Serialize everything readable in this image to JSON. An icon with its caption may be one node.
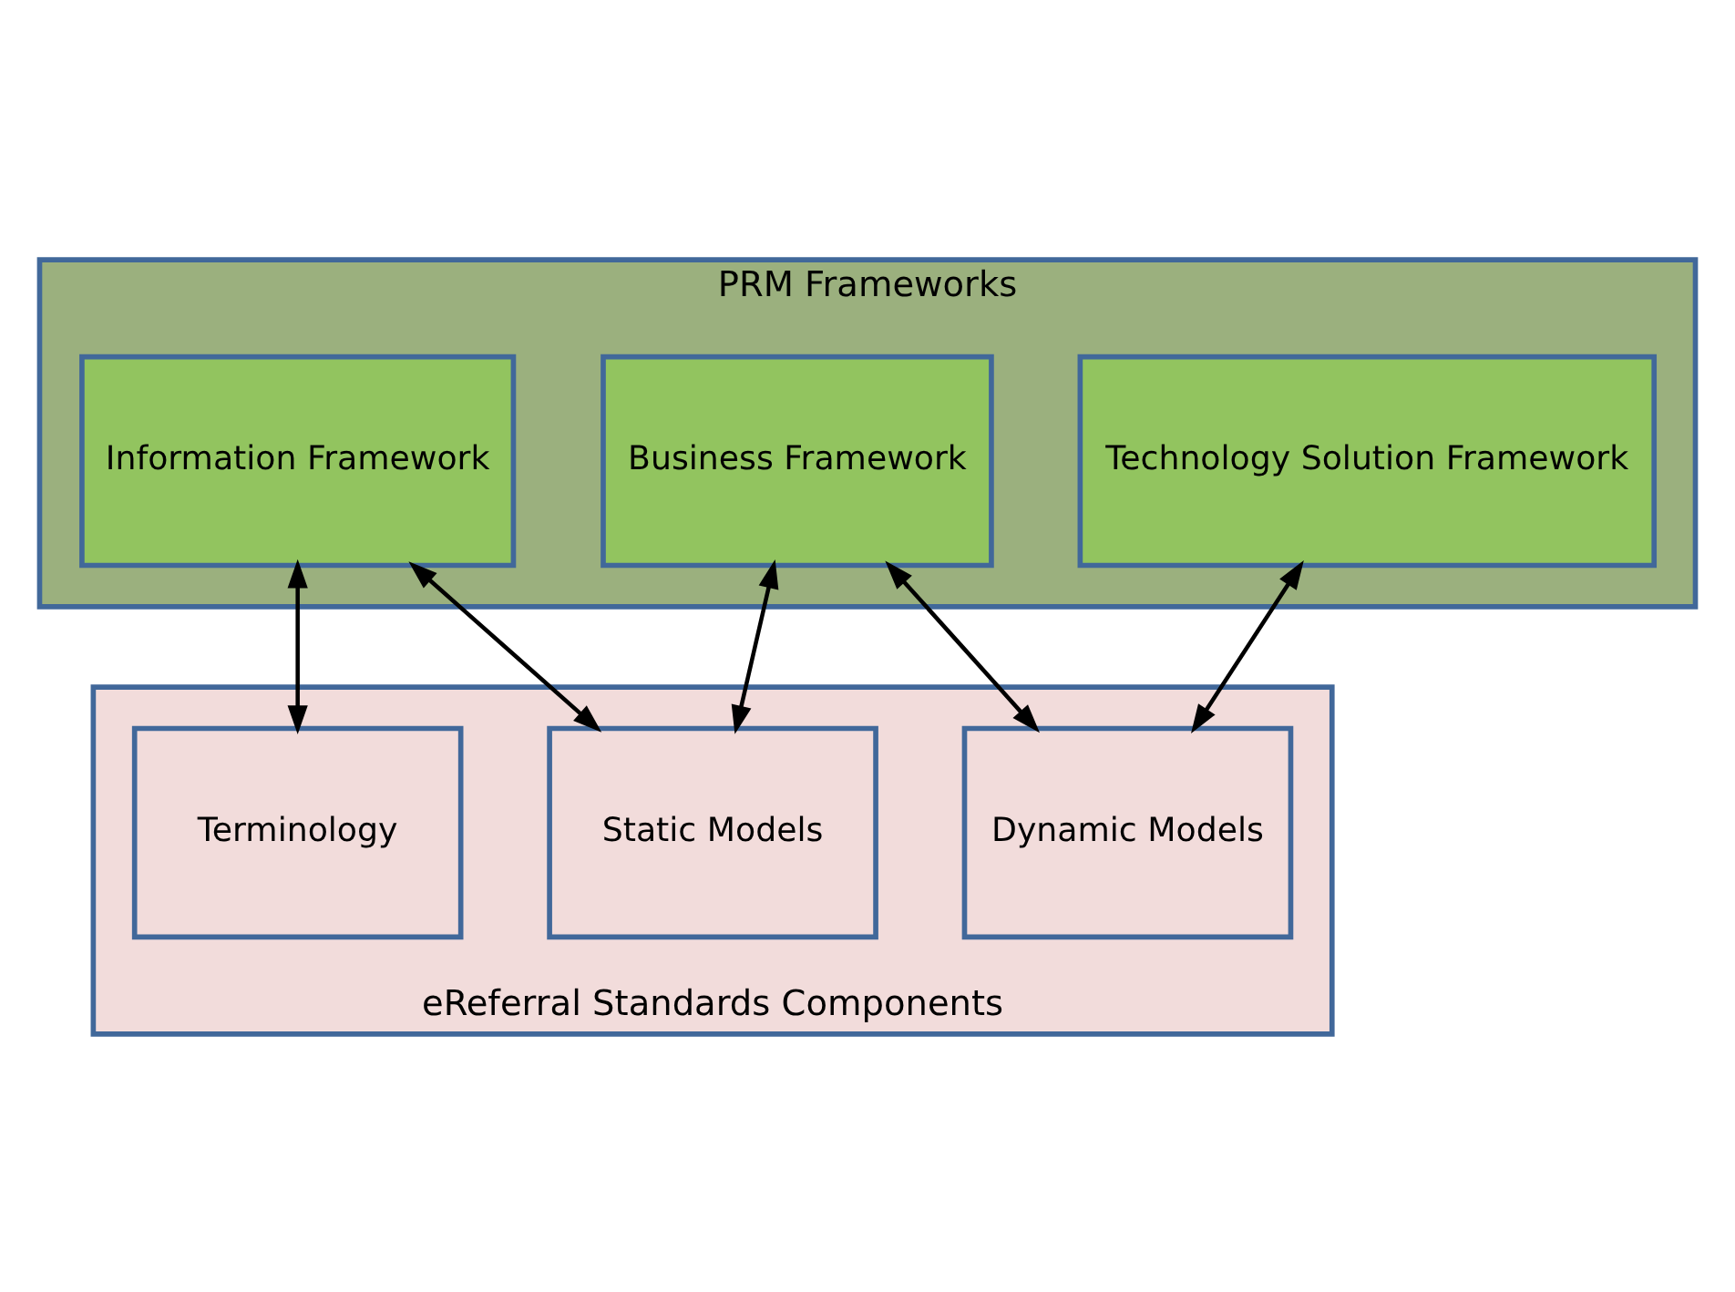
{
  "diagram": {
    "nodes": [
      {
        "text": [
          "PRM Frameworks"
        ]
      },
      {
        "text": [
          "Technology Solution Framework"
        ],
        "in": 0
      },
      {
        "text": [
          "Business Framework"
        ],
        "in": 0
      },
      {
        "text": [
          "Information Framework"
        ],
        "in": 0
      },
      {
        "text": [
          "eReferral Standards Components"
        ]
      },
      {
        "text": [
          "Dynamic Models"
        ],
        "in": 4
      },
      {
        "text": [
          "Static Models"
        ],
        "in": 4
      },
      {
        "text": [
          "Terminology"
        ],
        "in": 4
      }
    ],
    "edges": [
      {
        "from": 1,
        "to": 5,
        "arrow": "both"
      },
      {
        "from": 2,
        "to": 5,
        "arrow": "both"
      },
      {
        "from": 2,
        "to": 6,
        "arrow": "both"
      },
      {
        "from": 3,
        "to": 6,
        "arrow": "both"
      },
      {
        "from": 3,
        "to": 7,
        "arrow": "both"
      }
    ]
  }
}
